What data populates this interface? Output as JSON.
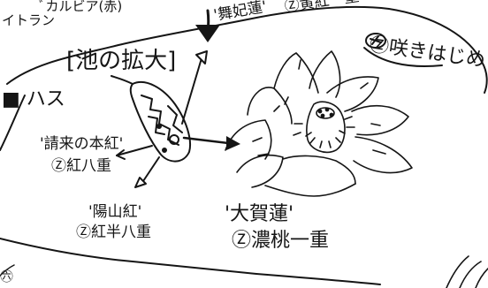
{
  "labels": {
    "top_left_partial": "ﾞカルビア(赤)",
    "top_left_iris": "イトラン",
    "pond_title": "[池の拡大]",
    "lotus_header": "■ ハス",
    "maikomi_name": "'舞妃蓮'",
    "maikomi_desc": "Ⓩ黄紅一重",
    "blooming": "Ⓩ咲きはじめ",
    "shoshu_name": "'請来の本紅'",
    "shoshu_desc": "Ⓩ紅八重",
    "yozan_name": "'陽山紅'",
    "yozan_desc": "Ⓩ紅半八重",
    "oga_name": "'大賀蓮'",
    "oga_desc": "Ⓩ濃桃一重",
    "bottom_left_mark": "㊅"
  },
  "colors": {
    "ink": "#151515",
    "paper": "#ffffff"
  }
}
